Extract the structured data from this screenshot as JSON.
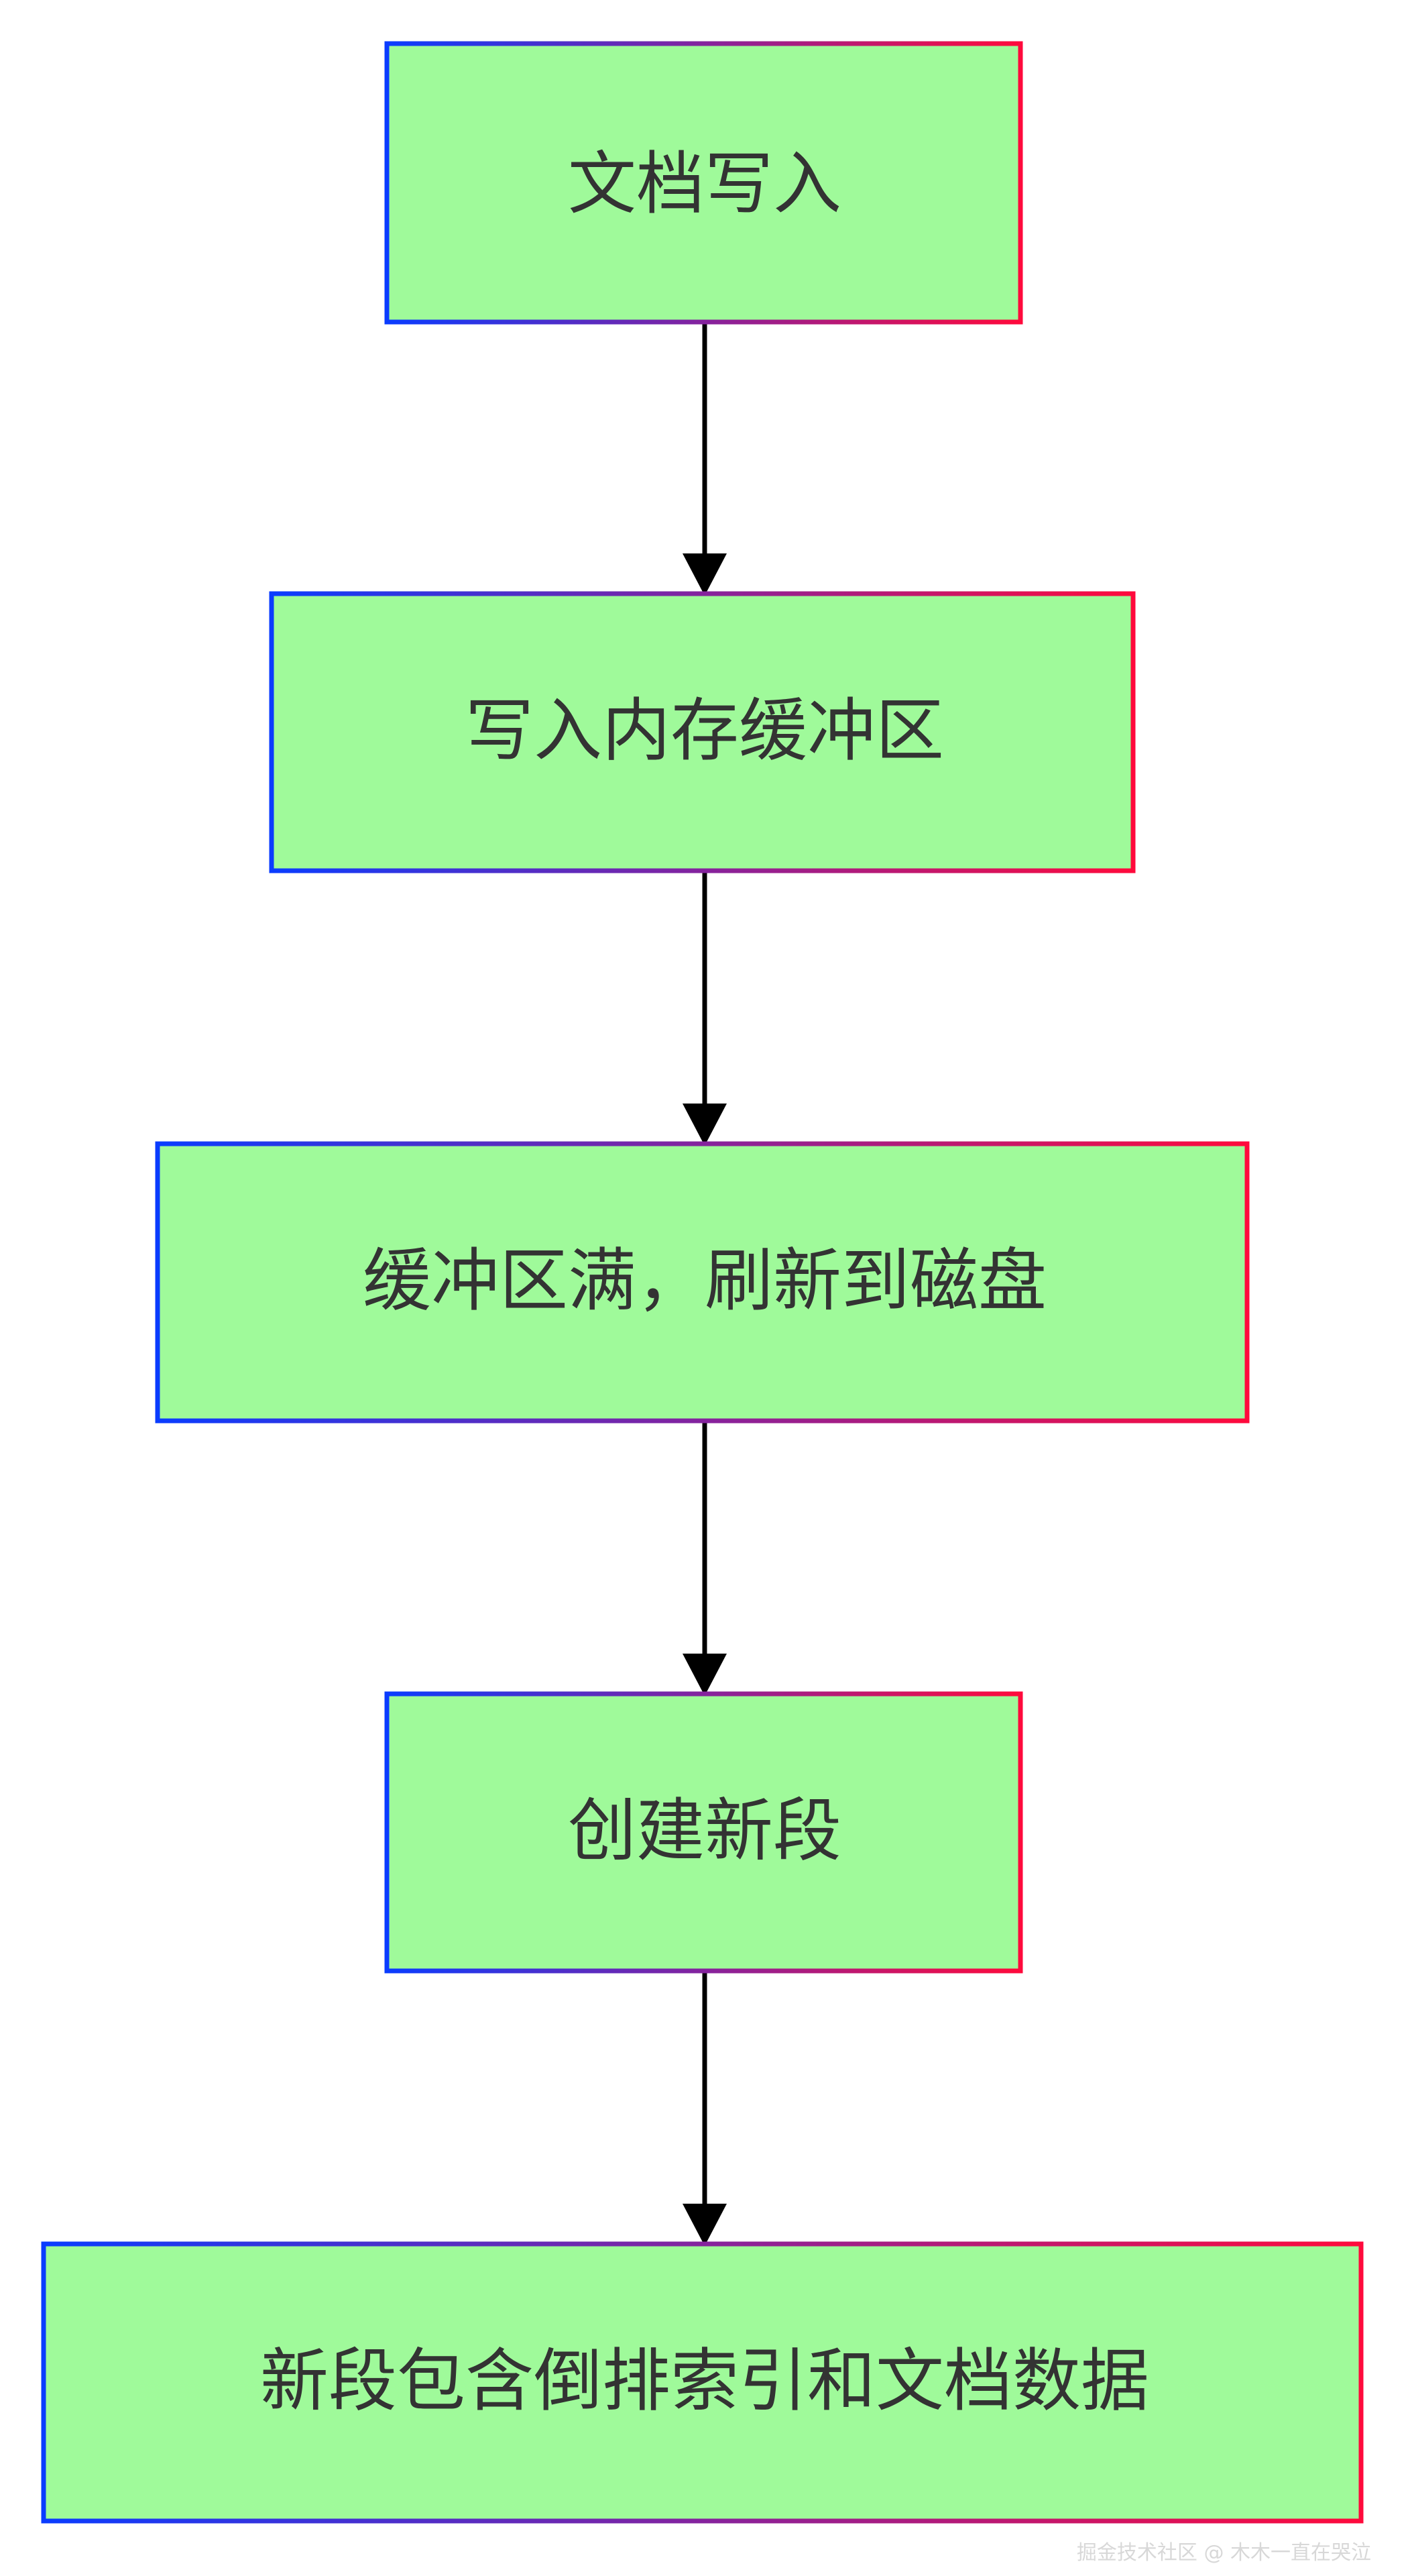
{
  "flowchart": {
    "direction": "top-down",
    "nodes": [
      {
        "id": "n1",
        "label": "文档写入"
      },
      {
        "id": "n2",
        "label": "写入内存缓冲区"
      },
      {
        "id": "n3",
        "label": "缓冲区满，刷新到磁盘"
      },
      {
        "id": "n4",
        "label": "创建新段"
      },
      {
        "id": "n5",
        "label": "新段包含倒排索引和文档数据"
      }
    ],
    "edges": [
      {
        "from": "n1",
        "to": "n2"
      },
      {
        "from": "n2",
        "to": "n3"
      },
      {
        "from": "n3",
        "to": "n4"
      },
      {
        "from": "n4",
        "to": "n5"
      }
    ]
  },
  "style": {
    "node_fill": "#9ffa9a",
    "border_gradient_start": "#0a3cff",
    "border_gradient_end": "#ff0a3c",
    "edge_color": "#000000",
    "label_color": "#333333"
  },
  "watermark": "掘金技术社区 @ 木木一直在哭泣"
}
